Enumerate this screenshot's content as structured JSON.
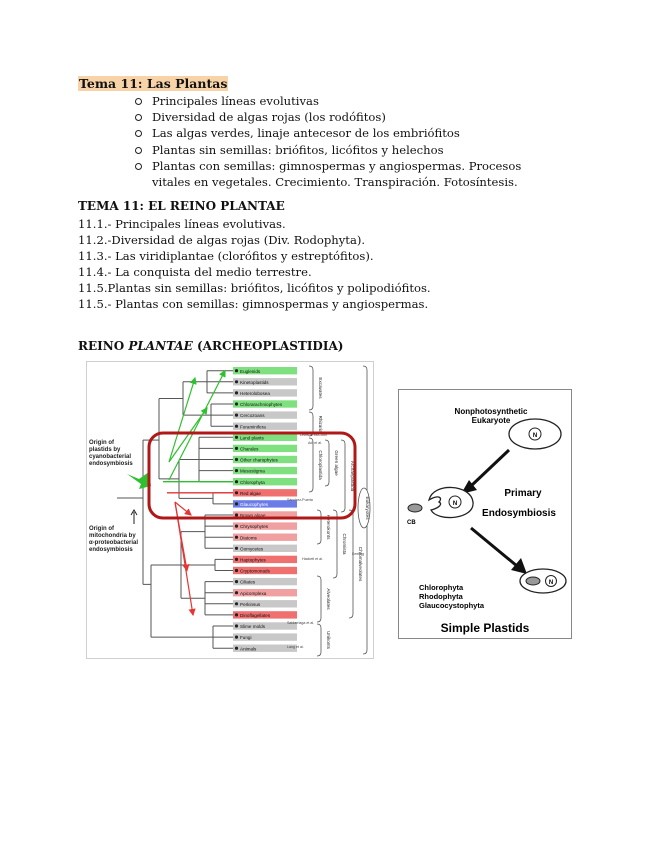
{
  "topic": {
    "title": "Tema 11: Las Plantas",
    "bullets": [
      "Principales líneas evolutivas",
      "Diversidad de algas rojas (los rodófitos)",
      "Las algas verdes, linaje antecesor de los embriófitos",
      "Plantas sin semillas: briófitos, licófitos y helechos",
      "Plantas con semillas: gimnospermas y angiospermas. Procesos vitales en vegetales. Crecimiento. Transpiración. Fotosíntesis."
    ]
  },
  "reino": {
    "title": "TEMA 11: EL REINO PLANTAE",
    "subsections": [
      "11.1.- Principales líneas evolutivas.",
      "11.2.-Diversidad de algas rojas (Div. Rodophyta).",
      "11.3.- Las viridiplantae (clorófitos y estreptófitos).",
      "11.4.- La conquista del medio terrestre.",
      "11.5.Plantas sin semillas: briófitos, licófitos y polipodiófitos.",
      "11.5.- Plantas con semillas: gimnospermas y angiospermas."
    ]
  },
  "section": {
    "prefix": "REINO ",
    "italic": "PLANTAE",
    "suffix": " (ARCHEOPLASTIDIA)"
  },
  "tree": {
    "taxa": [
      {
        "label": "Euglenids",
        "color": "#7fe07f"
      },
      {
        "label": "Kinetoplastids",
        "color": "#c8c8c8"
      },
      {
        "label": "Heterolobosea",
        "color": "#c8c8c8"
      },
      {
        "label": "Chlorarachniophytes",
        "color": "#7fe07f"
      },
      {
        "label": "Cercozoans",
        "color": "#c8c8c8"
      },
      {
        "label": "Foraminifera",
        "color": "#c8c8c8"
      },
      {
        "label": "Land plants",
        "color": "#7fe07f"
      },
      {
        "label": "Charales",
        "color": "#7fe07f"
      },
      {
        "label": "Other charophytes",
        "color": "#7fe07f"
      },
      {
        "label": "Mesostigma",
        "color": "#7fe07f"
      },
      {
        "label": "Chlorophyta",
        "color": "#7fe07f"
      },
      {
        "label": "Red algae",
        "color": "#f07070"
      },
      {
        "label": "Glaucophytes",
        "color": "#6a7ce8"
      },
      {
        "label": "Brown algae",
        "color": "#f0a0a0"
      },
      {
        "label": "Chrysophytes",
        "color": "#f0a0a0"
      },
      {
        "label": "Diatoms",
        "color": "#f0a0a0"
      },
      {
        "label": "Oomycetes",
        "color": "#c8c8c8"
      },
      {
        "label": "Haptophytes",
        "color": "#f07070"
      },
      {
        "label": "Cryptomonads",
        "color": "#f07070"
      },
      {
        "label": "Ciliates",
        "color": "#c8c8c8"
      },
      {
        "label": "Apicomplexa",
        "color": "#f0a0a0"
      },
      {
        "label": "Perkinsus",
        "color": "#c8c8c8"
      },
      {
        "label": "Dinoflagellates",
        "color": "#f07070"
      },
      {
        "label": "Slime molds",
        "color": "#c8c8c8"
      },
      {
        "label": "Fungi",
        "color": "#c8c8c8"
      },
      {
        "label": "Animals",
        "color": "#c8c8c8"
      }
    ],
    "groups": {
      "excavates": "Excavates",
      "rhizaria": "Rhizaria",
      "chlorophyta_grp": "Chloroplastida",
      "green_algae": "Green algae",
      "archaeplastida": "Archaeplastida",
      "eukaryotes": "Eukaryotes",
      "heterokonts": "Heterokonts",
      "chromista": "Chromista",
      "chromalveolates": "Chromalveolates",
      "alveolates": "Alveolates",
      "unikonts": "Unikonts"
    },
    "annotations": {
      "plastids_1": "Origin of",
      "plastids_2": "plastids by",
      "plastids_3": "cyanobacterial",
      "plastids_4": "endosymbiosis",
      "mito_1": "Origin of",
      "mito_2": "mitochondria by",
      "mito_3": "α-proteobacterial",
      "mito_4": "endosymbiosis",
      "lewis": "Lewis & McCourt",
      "adl": "Adl et al.",
      "sanchez": "Sánchez-Puerta",
      "keeling": "Keeling",
      "hackett": "Hackett et al.",
      "saldarriaga": "Saldarriaga et al.",
      "lang": "Lang et al."
    }
  },
  "endosymbiosis": {
    "nonphoto_1": "Nonphotosynthetic",
    "nonphoto_2": "Eukaryote",
    "nucleus": "N",
    "cb": "CB",
    "primary": "Primary",
    "endosymbiosis": "Endosymbiosis",
    "groups": [
      "Chlorophyta",
      "Rhodophyta",
      "Glaucocystophyta"
    ],
    "simple_plastids": "Simple Plastids"
  },
  "colors": {
    "highlight": "#f8d3a8",
    "green": "#2fc02f",
    "red": "#e53535",
    "box": "#b01818"
  }
}
